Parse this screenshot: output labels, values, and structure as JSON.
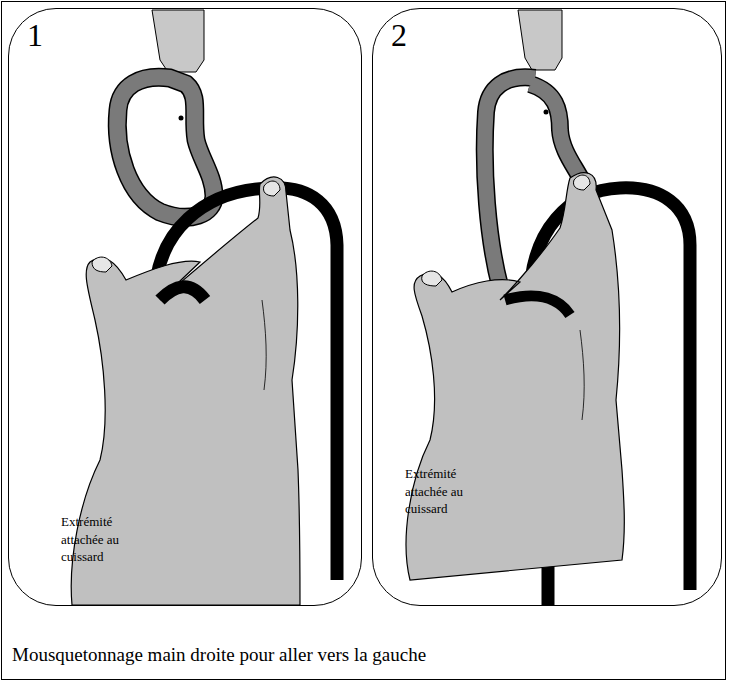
{
  "diagram": {
    "caption": "Mousquetonnage main droite pour aller vers la gauche",
    "nodes": [
      {
        "text": [
          "1",
          "Extrémité attachée au cuissard"
        ]
      },
      {
        "text": [
          "2",
          "Extrémité attachée au cuissard"
        ]
      }
    ]
  }
}
